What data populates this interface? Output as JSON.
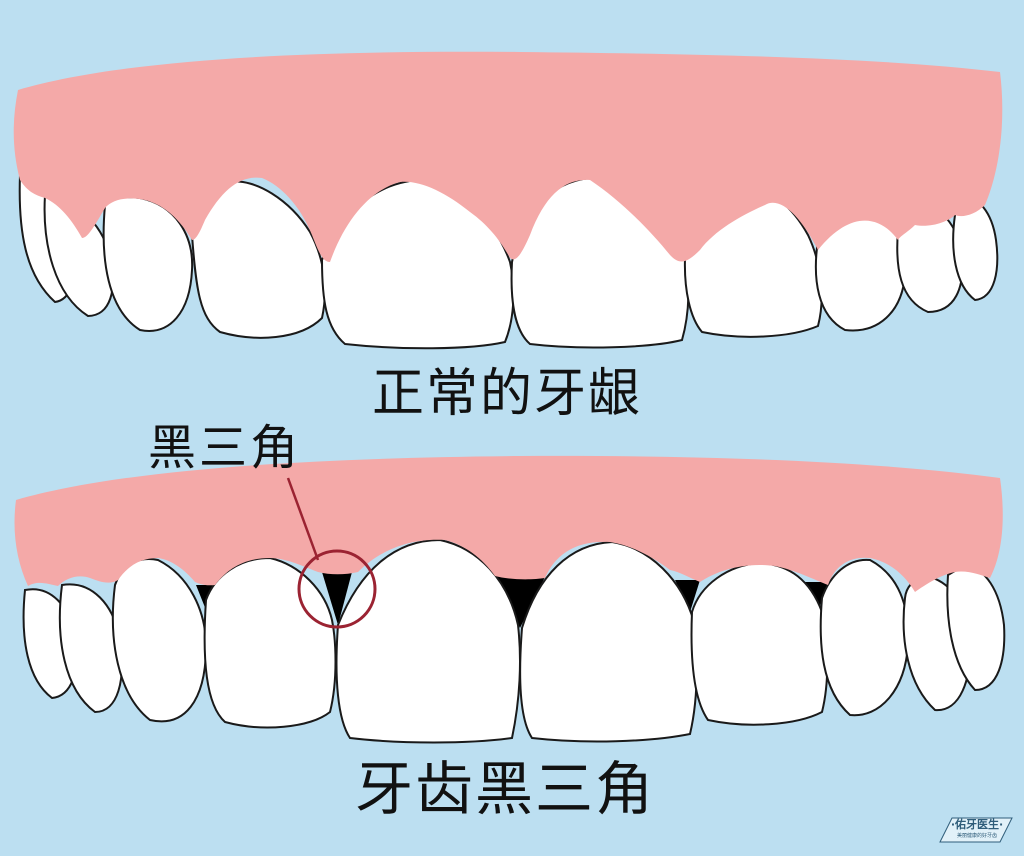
{
  "captions": {
    "normal_gum": "正常的牙龈",
    "callout_label": "黑三角",
    "black_triangle_teeth": "牙齿黑三角"
  },
  "watermark": {
    "label": "·佑牙医生·",
    "subtitle": "美丽健康的好牙齿"
  },
  "colors": {
    "background": "#bcdff1",
    "gum": "#f4a9a8",
    "tooth": "#ffffff",
    "outline": "#1a1a1a",
    "black_triangle": "#000000",
    "callout_circle": "#9b2332"
  }
}
